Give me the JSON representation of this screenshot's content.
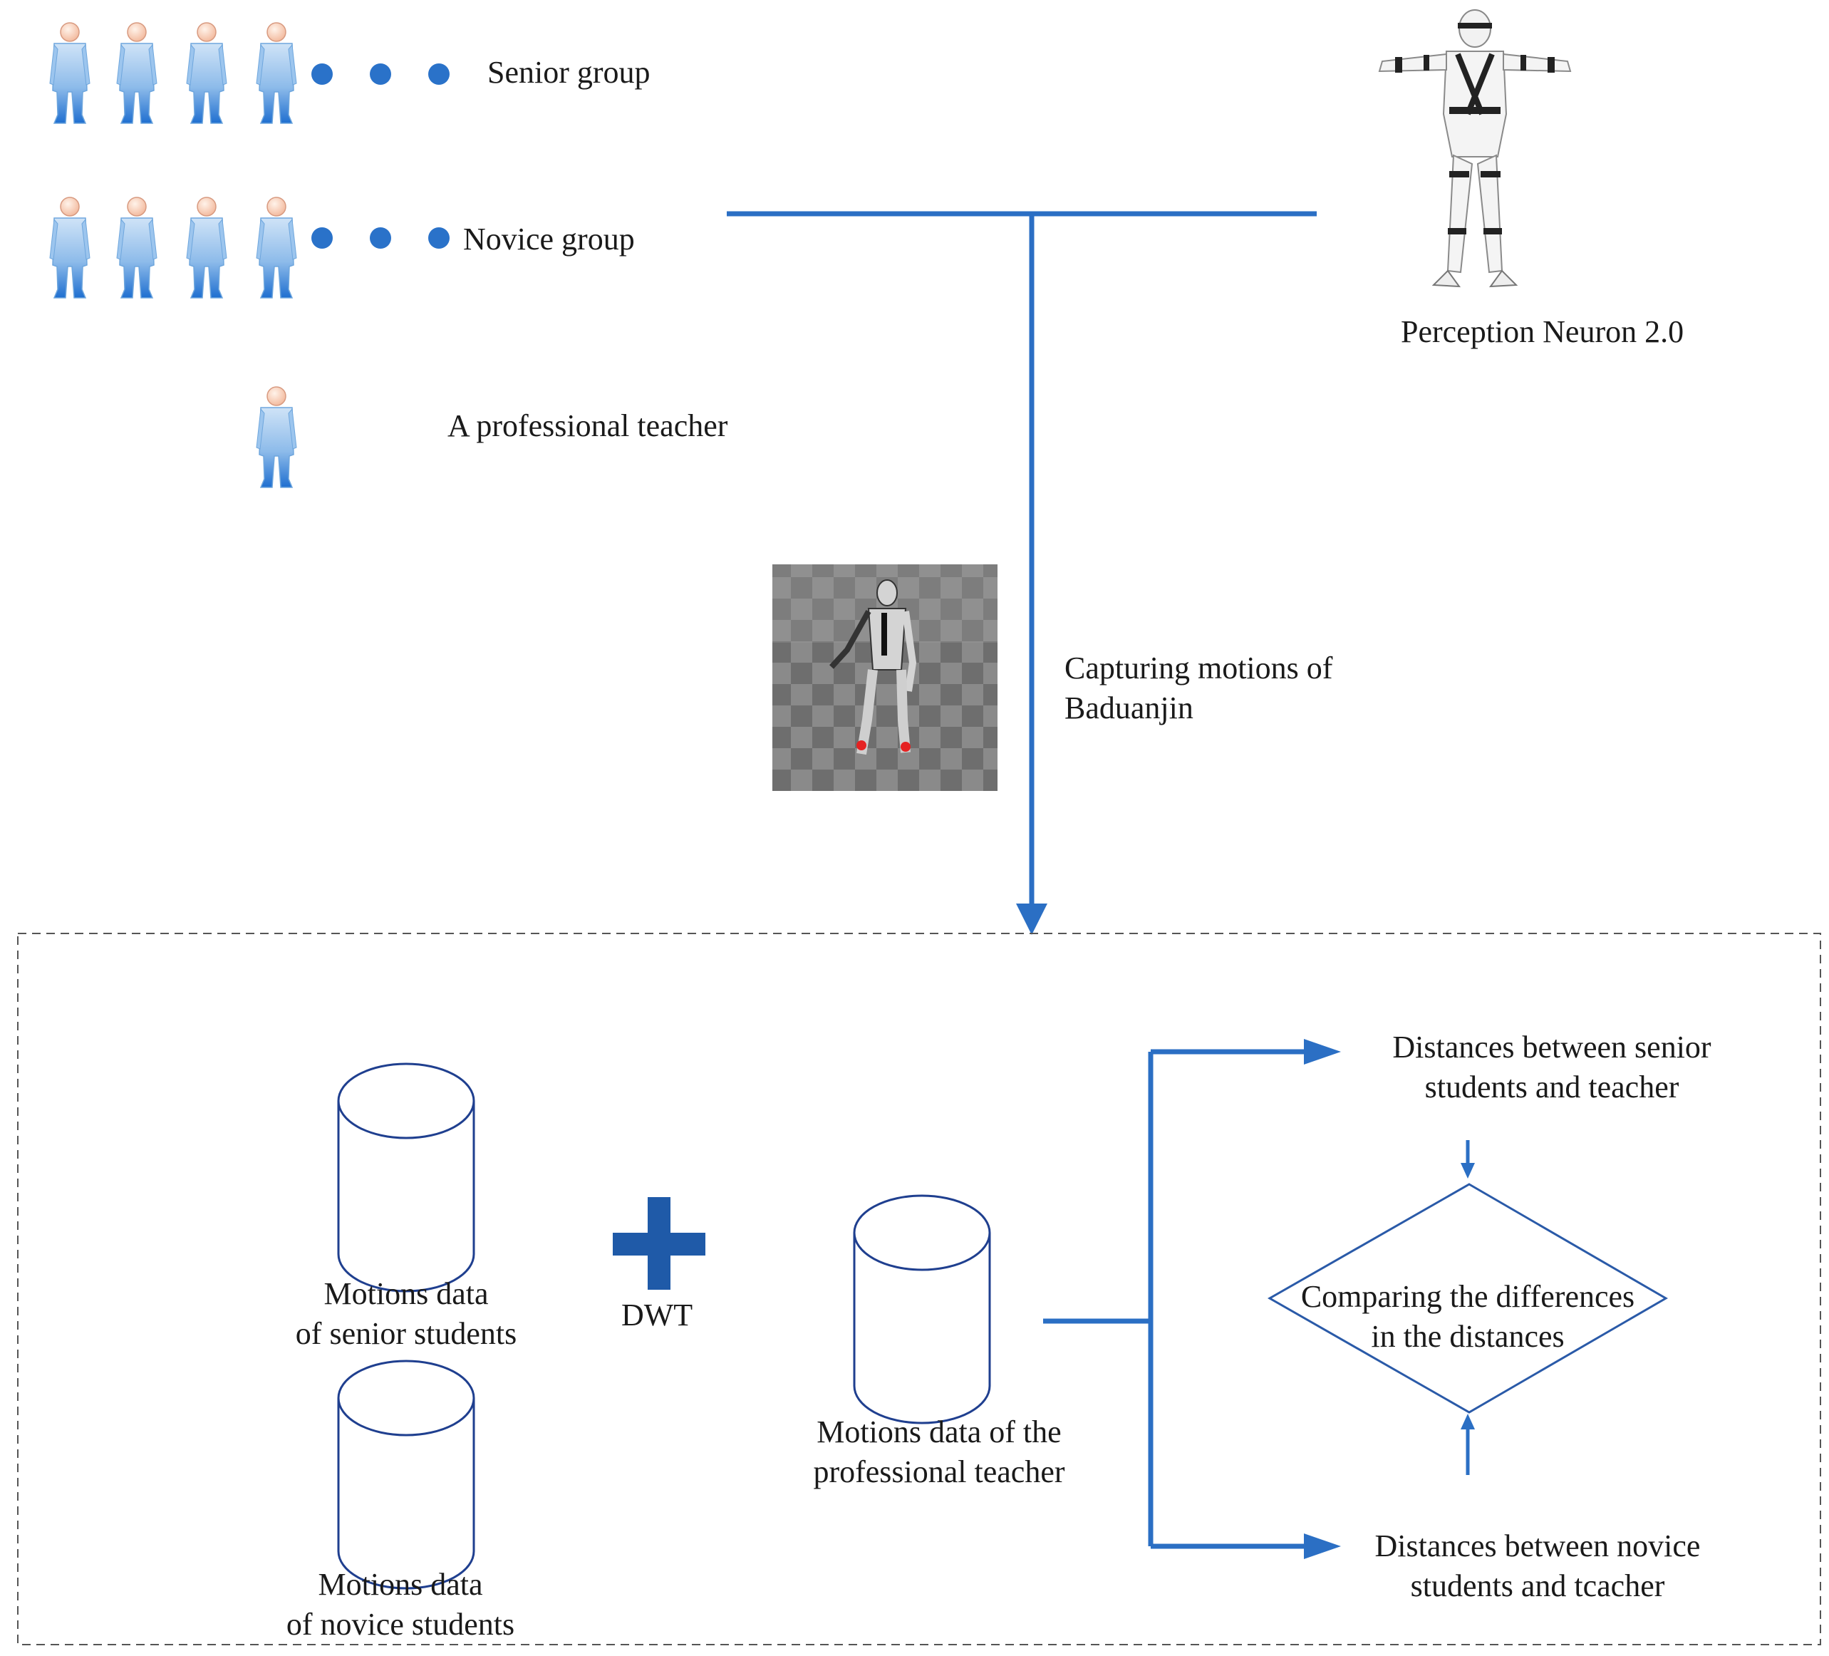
{
  "groups": {
    "senior_label": "Senior group",
    "novice_label": "Novice group",
    "teacher_label": "A professional teacher"
  },
  "device": {
    "label": "Perception Neuron 2.0"
  },
  "capture": {
    "line1": "Capturing motions of",
    "line2": "Baduanjin"
  },
  "data": {
    "senior_line1": "Motions data",
    "senior_line2": "of senior students",
    "novice_line1": "Motions data",
    "novice_line2": "of novice students",
    "operator_label": "DWT",
    "teacher_line1": "Motions data of the",
    "teacher_line2": "professional teacher"
  },
  "results": {
    "senior_line1": "Distances between senior",
    "senior_line2": "students and teacher",
    "compare_line1": "Comparing the differences",
    "compare_line2": "in the distances",
    "novice_line1": "Distances between novice",
    "novice_line2": "students and tcacher"
  },
  "colors": {
    "arrow_blue": "#2b6fc4",
    "cylinder_stroke": "#1f3f8f",
    "plus_blue": "#1f5aa8",
    "person_light": "#a9cdf0",
    "person_dark": "#1f6fd0",
    "dot_blue": "#2a72c9",
    "diamond_stroke": "#2a5aa8"
  },
  "icons": {
    "person": "person-icon",
    "dot": "ellipsis-dot-icon",
    "mocap_suit": "mocap-suit-figure-icon",
    "robot_scene": "robot-checkerboard-scene-icon",
    "database": "database-cylinder-icon",
    "plus": "plus-icon"
  }
}
